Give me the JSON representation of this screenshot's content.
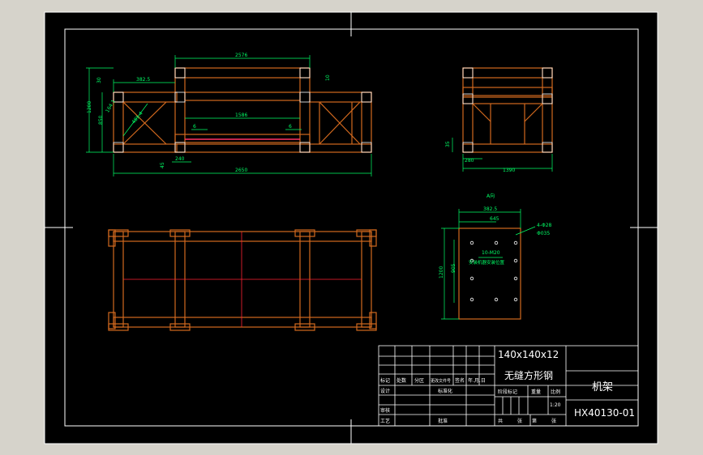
{
  "app": {
    "background": "#d6d3cb",
    "sheet_color": "#000000",
    "frame_color": "#ffffff"
  },
  "front_view": {
    "dims": {
      "overall_top": "2576",
      "left_offset": "382.5",
      "inner_span": "1586",
      "total_width": "2650",
      "height_1200": "1200",
      "height_850": "850",
      "base_240": "240",
      "gap_a": "6",
      "gap_b": "6",
      "small_30": "30",
      "small_10": "10",
      "small_45": "45",
      "dim_481": "481.4",
      "dim_164": "164.1",
      "tag_a": "A"
    }
  },
  "side_view": {
    "dims": {
      "dim_35": "35",
      "dim_280": "280",
      "dim_1390": "1390"
    }
  },
  "view_a": {
    "title": "A向",
    "dims": {
      "dim_382": "382.5",
      "dim_645": "645",
      "dim_1200": "1200",
      "dim_905": "905",
      "holes": "4-Φ28",
      "hole_note": "Φ035",
      "label_a": "10-M20",
      "label_b": "安装机器安装位置"
    }
  },
  "title_block": {
    "material_line1": "140x140x12",
    "material_line2": "无缝方形钢",
    "part_name": "机架",
    "drawing_no": "HX40130-01",
    "scale_value": "1:20",
    "row_headers": [
      "标记",
      "处数",
      "分区",
      "更改文件号",
      "签名",
      "年.月.日"
    ],
    "design": "设计",
    "standard": "标准化",
    "check": "审核",
    "process": "工艺",
    "approve": "批准",
    "stage_mark": "阶段标记",
    "weight": "重量",
    "scale": "比例",
    "sheet_total": "共",
    "sheet_label": "张",
    "sheet_no": "第",
    "sheet_label2": "张"
  }
}
